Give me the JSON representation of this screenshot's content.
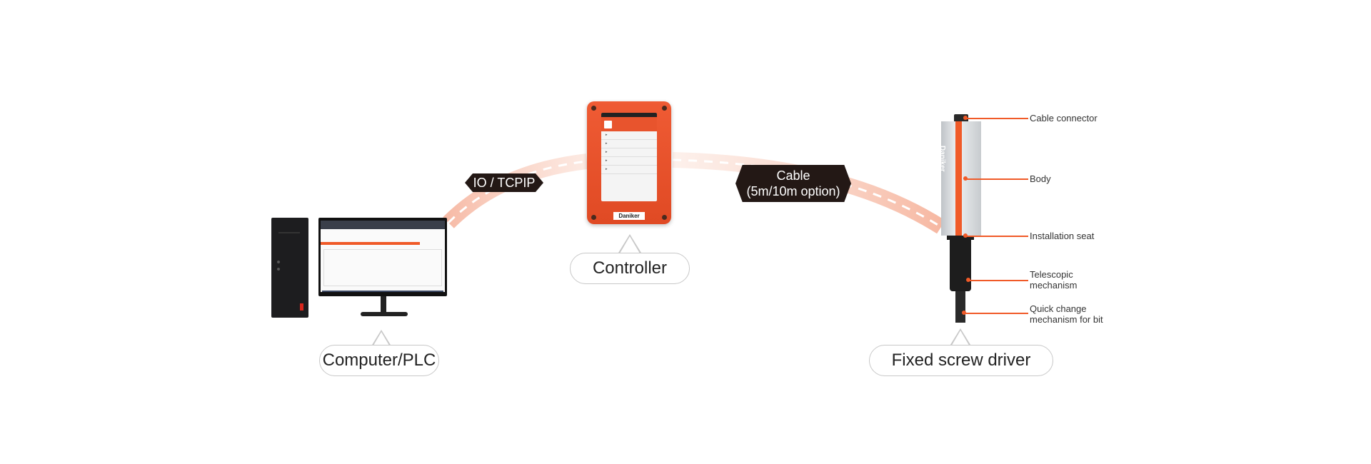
{
  "nodes": {
    "computer": {
      "label": "Computer/PLC"
    },
    "controller": {
      "label": "Controller",
      "brand": "Daniker"
    },
    "driver": {
      "label": "Fixed screw driver",
      "brand": "Daniker"
    }
  },
  "links": {
    "io": {
      "label": "IO / TCPIP"
    },
    "cable": {
      "line1": "Cable",
      "line2": "(5m/10m option)"
    }
  },
  "parts": [
    {
      "label": "Cable connector"
    },
    {
      "label": "Body"
    },
    {
      "label": "Installation seat"
    },
    {
      "label": "Telescopic\nmechanism"
    },
    {
      "label": "Quick change\nmechanism for bit"
    }
  ],
  "colors": {
    "accent": "#f05a28",
    "tag": "#231815"
  }
}
